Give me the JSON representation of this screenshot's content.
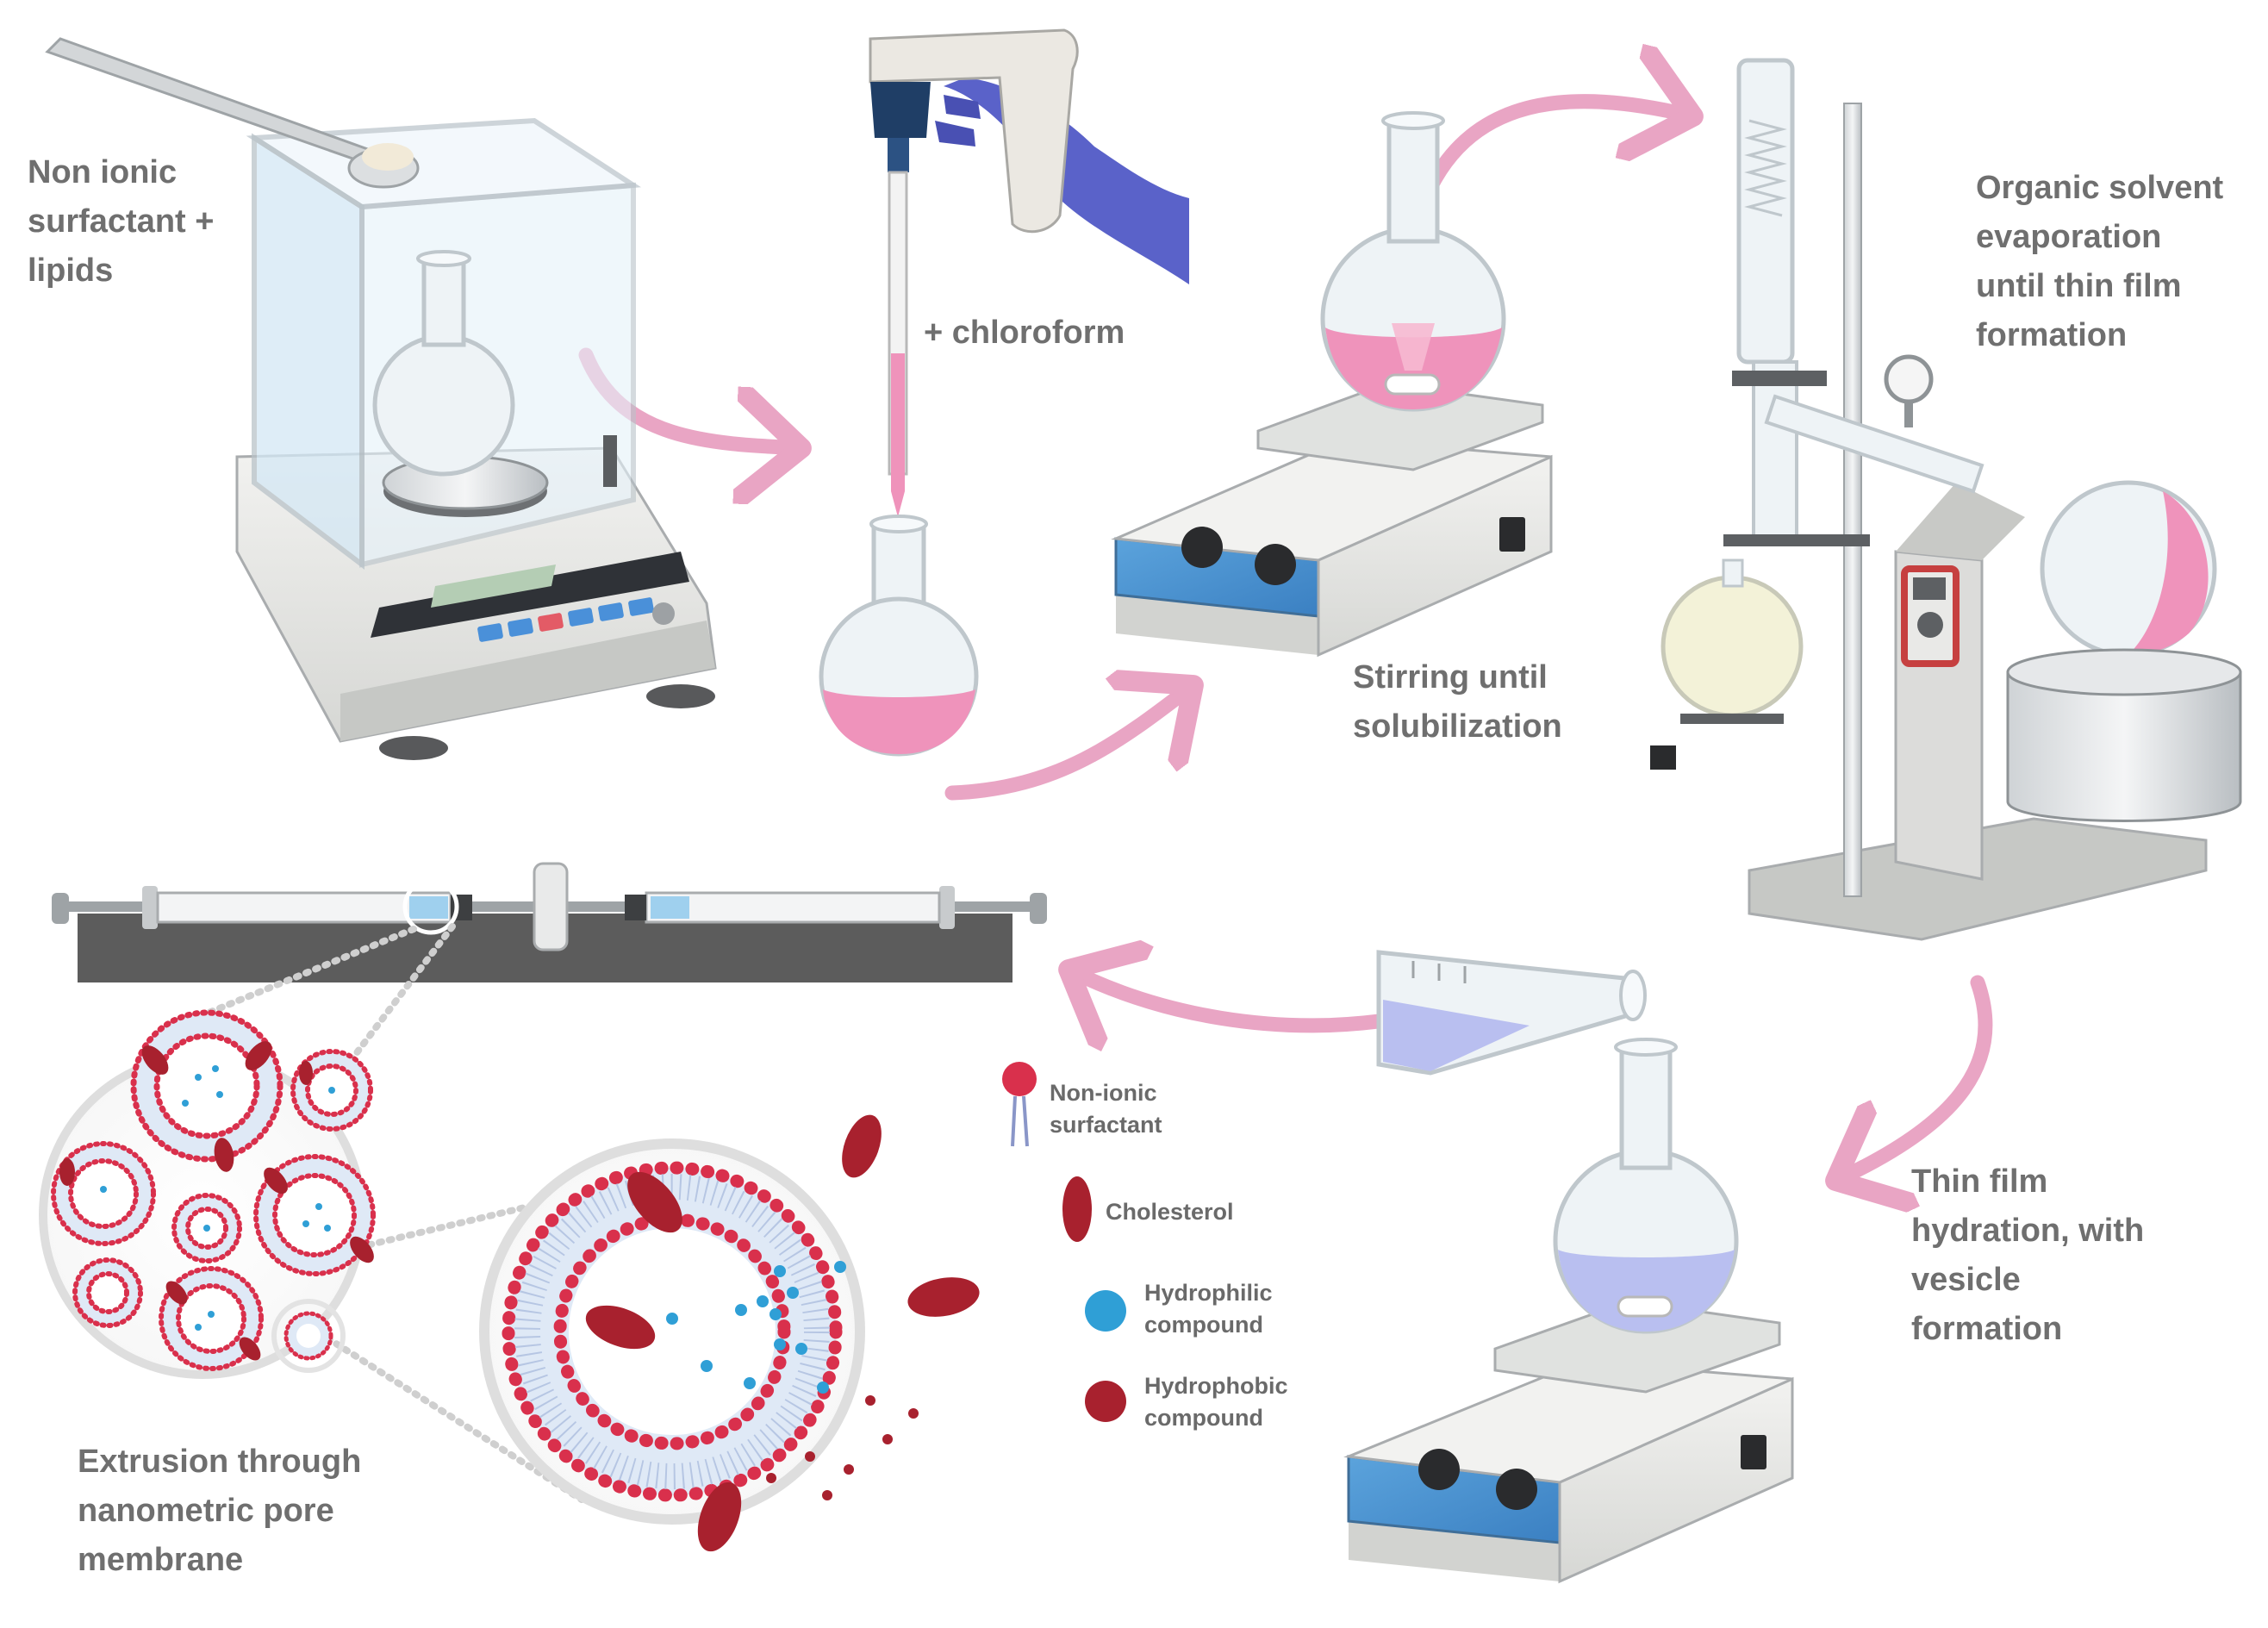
{
  "steps": {
    "weigh": [
      "Non ionic",
      "surfactant +",
      "lipids"
    ],
    "solvent": "+ chloroform",
    "stir": [
      "Stirring until",
      "solubilization"
    ],
    "evaporate": [
      "Organic solvent",
      "evaporation",
      "until thin film",
      "formation"
    ],
    "hydrate": [
      "Thin film",
      "hydration, with",
      "vesicle",
      "formation"
    ],
    "extrude": [
      "Extrusion through",
      "nanometric pore",
      "membrane"
    ]
  },
  "legend": {
    "surfactant": [
      "Non-ionic",
      "surfactant"
    ],
    "cholesterol": "Cholesterol",
    "hydrophilic": [
      "Hydrophilic",
      "compound"
    ],
    "hydrophobic": [
      "Hydrophobic",
      "compound"
    ]
  },
  "colors": {
    "arrow": "#e9a5c4",
    "pink_solution": "#ef93bb",
    "blue_solution": "#b9bff0",
    "lipid_head": "#d9304c",
    "cholesterol": "#a8212e",
    "hydrophilic": "#2f9fd6",
    "label_text": "#6f6f6f"
  },
  "icons": {
    "balance": "analytical-balance-icon",
    "pipette": "pipette-controller-icon",
    "hotplate": "magnetic-stirrer-icon",
    "rotavap": "rotary-evaporator-icon",
    "extruder": "syringe-extruder-icon",
    "beaker": "pouring-flask-icon"
  }
}
